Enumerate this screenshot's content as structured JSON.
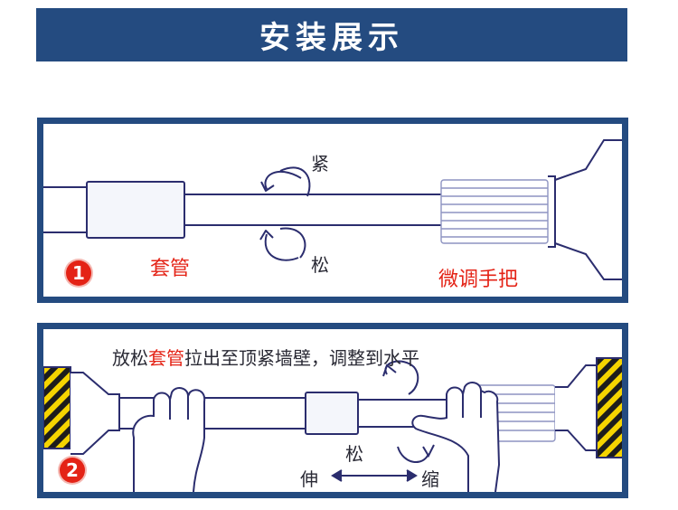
{
  "header": {
    "title": "安装展示"
  },
  "step1": {
    "number": "1",
    "tighten_label": "紧",
    "loosen_label": "松",
    "sleeve_label": "套管",
    "handle_label": "微调手把"
  },
  "step2": {
    "number": "2",
    "instruction_prefix": "放松",
    "instruction_highlight": "套管",
    "instruction_suffix": "拉出至顶紧墙壁，调整到水平",
    "loosen_label": "松",
    "extend_label": "伸",
    "retract_label": "缩"
  },
  "colors": {
    "brand_blue": "#244b80",
    "highlight_red": "#e42316",
    "line_navy": "#2b2d6e",
    "hazard_yellow": "#f5d400"
  }
}
